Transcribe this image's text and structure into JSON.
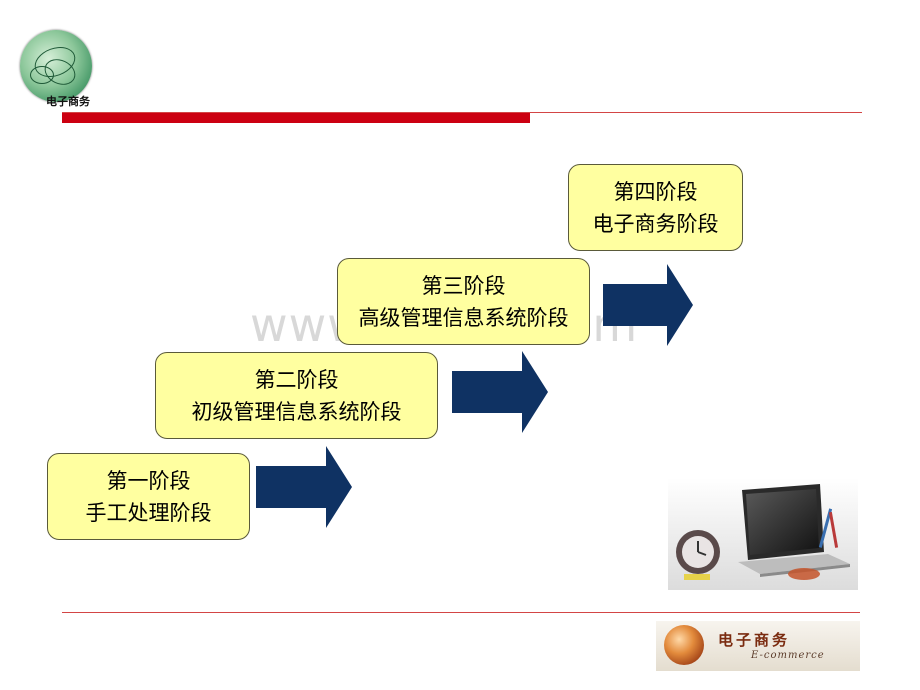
{
  "header": {
    "logo_label": "电子商务"
  },
  "watermark": "www.bdocx.com",
  "stages": [
    {
      "title": "第一阶段",
      "subtitle": "手工处理阶段"
    },
    {
      "title": "第二阶段",
      "subtitle": "初级管理信息系统阶段"
    },
    {
      "title": "第三阶段",
      "subtitle": "高级管理信息系统阶段"
    },
    {
      "title": "第四阶段",
      "subtitle": "电子商务阶段"
    }
  ],
  "footer": {
    "logo_title": "电子商务",
    "logo_subtitle": "E-commerce"
  },
  "colors": {
    "stage_fill": "#ffffa0",
    "arrow_fill": "#0f3263",
    "accent_red": "#cc0011"
  },
  "icons": {
    "header_logo": "leaf-globe-icon",
    "footer_logo": "globe-icon",
    "illustration": "laptop-clock-illustration"
  }
}
